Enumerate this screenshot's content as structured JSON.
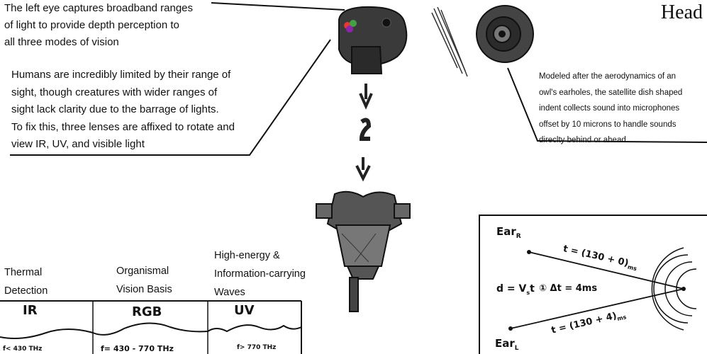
{
  "title": "Head",
  "annotations": {
    "left_eye": "The left eye captures broadband ranges\nof light to provide depth perception to\nall three modes of vision",
    "limits": "Humans are incredibly limited by their range of\nsight, though creatures with wider ranges of\nsight lack clarity due to the barrage of lights.\nTo fix this, three lenses are affixed to rotate and\nview IR, UV, and visible light",
    "owl": "Modeled after the aerodynamics of an\nowl's  earholes, the satellite dish shaped\nindent collects sound into microphones\noffset by 10 microns to handle sounds\ndireclty behind or ahead"
  },
  "spectrum": {
    "labels": {
      "thermal": "Thermal\nDetection",
      "organismal": "Organismal\nVision Basis",
      "high_energy": "High-energy &\nInformation-carrying\nWaves"
    },
    "bands": [
      {
        "name": "IR",
        "freq": "f< 430 THz"
      },
      {
        "name": "RGB",
        "freq": "f= 430 - 770 THz"
      },
      {
        "name": "UV",
        "freq": "f> 770 THz"
      }
    ]
  },
  "sound_diagram": {
    "ear_r": "Ear",
    "ear_r_sub": "R",
    "ear_l": "Ear",
    "ear_l_sub": "L",
    "t_top": "t = (130 + 0)",
    "t_top_unit": "ms",
    "t_bottom": "t = (130 + 4)",
    "t_bottom_unit": "ms",
    "formula": "d = V",
    "formula_sub": "s",
    "formula_tail": "t",
    "delta": "① Δt = 4ms"
  },
  "colors": {
    "ink": "#111111",
    "shade": "#555555",
    "dark": "#2a2a2a"
  }
}
